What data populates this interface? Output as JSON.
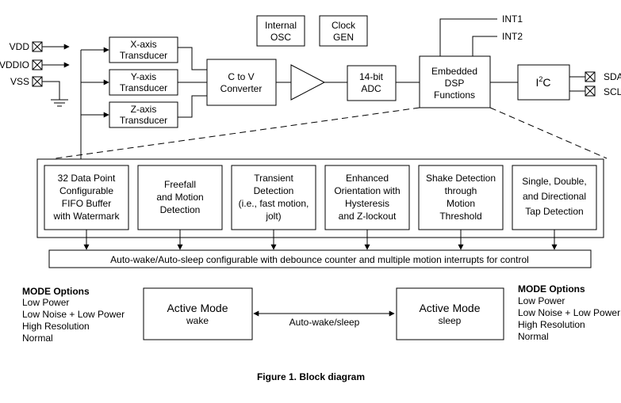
{
  "pins_left": [
    "VDD",
    "VDDIO",
    "VSS"
  ],
  "pins_right": [
    "SDA",
    "SCL"
  ],
  "interrupts": [
    "INT1",
    "INT2"
  ],
  "transducers": [
    [
      "X-axis",
      "Transducer"
    ],
    [
      "Y-axis",
      "Transducer"
    ],
    [
      "Z-axis",
      "Transducer"
    ]
  ],
  "internal_osc": [
    "Internal",
    "OSC"
  ],
  "clock_gen": [
    "Clock",
    "GEN"
  ],
  "c_to_v": [
    "C to V",
    "Converter"
  ],
  "adc": [
    "14-bit",
    "ADC"
  ],
  "dsp": [
    "Embedded",
    "DSP",
    "Functions"
  ],
  "i2c": {
    "main": "I",
    "sup": "2",
    "tail": "C"
  },
  "functions": [
    [
      "32 Data Point",
      "Configurable",
      "FIFO Buffer",
      "with Watermark"
    ],
    [
      "Freefall",
      "and Motion",
      "Detection"
    ],
    [
      "Transient",
      "Detection",
      "(i.e., fast motion,",
      "jolt)"
    ],
    [
      "Enhanced",
      "Orientation with",
      "Hysteresis",
      "and Z-lockout"
    ],
    [
      "Shake Detection",
      "through",
      "Motion",
      "Threshold"
    ],
    [
      "Single, Double,",
      "and Directional",
      "Tap Detection"
    ]
  ],
  "autowake_bar": "Auto-wake/Auto-sleep configurable with debounce counter and multiple motion interrupts for control",
  "mode_left": {
    "title": "MODE Options",
    "items": [
      "Low Power",
      "Low Noise + Low Power",
      "High Resolution",
      "Normal"
    ]
  },
  "mode_right": {
    "title": "MODE Options",
    "items": [
      "Low Power",
      "Low Noise + Low Power",
      "High Resolution",
      "Normal"
    ]
  },
  "active_wake": {
    "title": "Active Mode",
    "sub": "wake"
  },
  "active_sleep": {
    "title": "Active Mode",
    "sub": "sleep"
  },
  "transition_label": "Auto-wake/sleep",
  "caption": "Figure 1. Block diagram"
}
